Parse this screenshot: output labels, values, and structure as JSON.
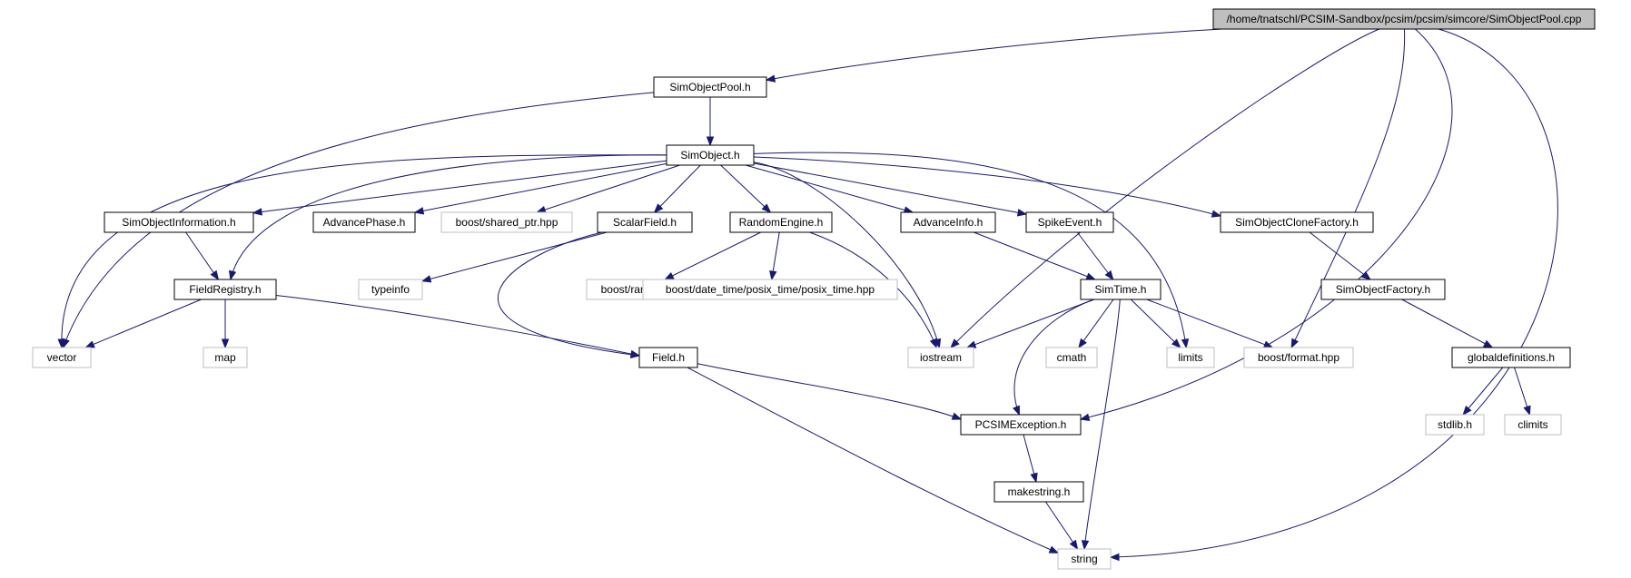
{
  "diagram": {
    "kind": "include-dependency-graph",
    "colors": {
      "edge": "#191970",
      "root_fill": "#bfbfbf",
      "node_fill": "#ffffff",
      "node_border": "#000000",
      "external_border": "#bfbfbf",
      "text": "#000000"
    },
    "nodes": [
      {
        "id": "root",
        "label": "/home/tnatschl/PCSIM-Sandbox/pcsim/pcsim/simcore/SimObjectPool.cpp",
        "style": "root"
      },
      {
        "id": "pool",
        "label": "SimObjectPool.h",
        "style": "local"
      },
      {
        "id": "simobj",
        "label": "SimObject.h",
        "style": "local"
      },
      {
        "id": "info",
        "label": "SimObjectInformation.h",
        "style": "local"
      },
      {
        "id": "advphase",
        "label": "AdvancePhase.h",
        "style": "local"
      },
      {
        "id": "sharedptr",
        "label": "boost/shared_ptr.hpp",
        "style": "external"
      },
      {
        "id": "scalar",
        "label": "ScalarField.h",
        "style": "local"
      },
      {
        "id": "random",
        "label": "RandomEngine.h",
        "style": "local"
      },
      {
        "id": "advinfo",
        "label": "AdvanceInfo.h",
        "style": "local"
      },
      {
        "id": "spike",
        "label": "SpikeEvent.h",
        "style": "local"
      },
      {
        "id": "clone",
        "label": "SimObjectCloneFactory.h",
        "style": "local"
      },
      {
        "id": "registry",
        "label": "FieldRegistry.h",
        "style": "local"
      },
      {
        "id": "typeinfo",
        "label": "typeinfo",
        "style": "external"
      },
      {
        "id": "brandom",
        "label": "boost/random.hpp",
        "style": "external"
      },
      {
        "id": "posix",
        "label": "boost/date_time/posix_time/posix_time.hpp",
        "style": "external"
      },
      {
        "id": "simtime",
        "label": "SimTime.h",
        "style": "local"
      },
      {
        "id": "factory",
        "label": "SimObjectFactory.h",
        "style": "local"
      },
      {
        "id": "vector",
        "label": "vector",
        "style": "external"
      },
      {
        "id": "map",
        "label": "map",
        "style": "external"
      },
      {
        "id": "field",
        "label": "Field.h",
        "style": "local"
      },
      {
        "id": "iostream",
        "label": "iostream",
        "style": "external"
      },
      {
        "id": "cmath",
        "label": "cmath",
        "style": "external"
      },
      {
        "id": "limits",
        "label": "limits",
        "style": "external"
      },
      {
        "id": "bformat",
        "label": "boost/format.hpp",
        "style": "external"
      },
      {
        "id": "globaldef",
        "label": "globaldefinitions.h",
        "style": "local"
      },
      {
        "id": "stdlib",
        "label": "stdlib.h",
        "style": "external"
      },
      {
        "id": "climits",
        "label": "climits",
        "style": "external"
      },
      {
        "id": "exception",
        "label": "PCSIMException.h",
        "style": "local"
      },
      {
        "id": "makestring",
        "label": "makestring.h",
        "style": "local"
      },
      {
        "id": "string",
        "label": "string",
        "style": "external"
      }
    ],
    "edges": [
      [
        "root",
        "pool"
      ],
      [
        "root",
        "iostream"
      ],
      [
        "root",
        "bformat"
      ],
      [
        "root",
        "exception"
      ],
      [
        "root",
        "string"
      ],
      [
        "pool",
        "vector"
      ],
      [
        "pool",
        "simobj"
      ],
      [
        "simobj",
        "info"
      ],
      [
        "simobj",
        "advphase"
      ],
      [
        "simobj",
        "sharedptr"
      ],
      [
        "simobj",
        "scalar"
      ],
      [
        "simobj",
        "random"
      ],
      [
        "simobj",
        "advinfo"
      ],
      [
        "simobj",
        "spike"
      ],
      [
        "simobj",
        "clone"
      ],
      [
        "simobj",
        "registry"
      ],
      [
        "simobj",
        "vector"
      ],
      [
        "simobj",
        "iostream"
      ],
      [
        "simobj",
        "limits"
      ],
      [
        "info",
        "registry"
      ],
      [
        "scalar",
        "typeinfo"
      ],
      [
        "scalar",
        "field"
      ],
      [
        "random",
        "brandom"
      ],
      [
        "random",
        "posix"
      ],
      [
        "random",
        "iostream"
      ],
      [
        "advinfo",
        "simtime"
      ],
      [
        "spike",
        "simtime"
      ],
      [
        "clone",
        "factory"
      ],
      [
        "registry",
        "vector"
      ],
      [
        "registry",
        "map"
      ],
      [
        "registry",
        "field"
      ],
      [
        "simtime",
        "iostream"
      ],
      [
        "simtime",
        "cmath"
      ],
      [
        "simtime",
        "limits"
      ],
      [
        "simtime",
        "bformat"
      ],
      [
        "simtime",
        "exception"
      ],
      [
        "simtime",
        "string"
      ],
      [
        "factory",
        "globaldef"
      ],
      [
        "globaldef",
        "stdlib"
      ],
      [
        "globaldef",
        "climits"
      ],
      [
        "field",
        "exception"
      ],
      [
        "field",
        "string"
      ],
      [
        "exception",
        "makestring"
      ],
      [
        "makestring",
        "string"
      ]
    ]
  }
}
